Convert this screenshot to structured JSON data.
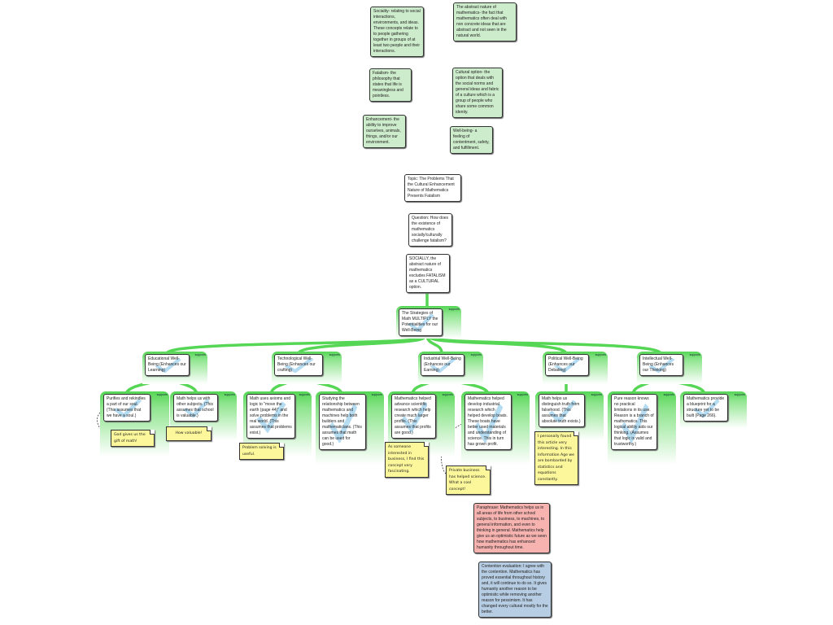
{
  "definitions": {
    "sociality": "Sociality- relating to social interactions, environments, and ideas. These concepts relate to to people gathering together in groups of at least two people and their interactions.",
    "abstract": "The abstract nature of mathematics- the fact that mathematics often deal with non concrete ideas that are abstract and not seen in the natural world.",
    "fatalism": "Fatalism- the philosophy that states that life is meaningless and pointless.",
    "cultural_option": "Cultural option- the option that deals with the social norms and general ideas and fabric of a culture which is a group of people who share some common idenity.",
    "enhancement": "Enhancement- the ability to improve ourselves, animals, things, and/or our environment.",
    "well_being": "Well-being- a feeling of contentment, safety, and fulfillment."
  },
  "topic": "Topic: The Problems That the Cultural Enhancement Nature of Mathematics Presents Fatalism",
  "question": "Question: How does the existence of mathematics socially/culturally challenge fatalism?",
  "contention": "SOCIALLY, the abstract nature of mathematics excludes FATALISM as a CULTURAL option.",
  "supports_label": "supports",
  "reason": "The Strategies of Math MULTIPLY the Potentialities for our Well-Being",
  "level2": [
    "Educational Well-Being (Enhances our Learning)",
    "Technological Well-Being (Enhances our crafting)",
    "Industrial Well-Being (Enhances our Earning)",
    "Political Well-Being (Enhances our Debating)",
    "Intellectual Well-Being (Enhances our Thinking)"
  ],
  "level3": [
    "Purifies and rekindles a part of our soul. (This assumes that we have a soul.)",
    "Math helps us with other subjects. (This assumes that school is valuable.)",
    "Math uses axioms and logic to \"move the earth (page 44)\" and solve problems in the real world. (This assumes that problems exist.)",
    "Studying the relationship between mathematics and machines help both builders and mathematicians. (This assumes that math can be used for good.)",
    "Mathematics helped advance scientific research which help create much larger profits. (This assumes that profits are good.)",
    "Mathematics helped develop industrial research which helped develop boats. These boats have better used materials and understanding of science. This in turn has grown profit.",
    "Math helps us distinguish truth from falsehood. (This assumes that absolute truth exists.)",
    "Pure reason knows no practical limitations in its use. Reason is a branch of mathematics. This logical ability aids our thinking. (Assumes that logic is valid and trustworthy.)",
    "Mathematics provide a blueprint for a structure yet to be built (Page 266)."
  ],
  "notes": [
    "God gives us the gift of math!",
    "How valuable!",
    "Problem solving is useful.",
    "As someone interested in business, I find this concept very fascinating.",
    "Private business has helped science. What a cool concept!",
    "I personally found this article very interesting. In this Information Age we are bombarded by statistics and equations constantly."
  ],
  "paraphrase": "Paraphrase: Mathematics helps us in all areas of life from other school subjects, to business, to machines, to general information, and even to thinking in general. Mathematics help give us an optimistic future as we seen how mathematics has enhanced humanity throughout time.",
  "evaluation": "Contention evaluation: I agree with the contention. Mathematics has proved essential throughout history and, it will continue to do so. It gives humanity another reason to be optimistic while removing another reason for pessimism. It has changed every cultural mostly for the better.",
  "colors": {
    "connector": "#55d655",
    "definition": "#cdeccb",
    "note": "#fbf79a",
    "paraphrase": "#f6b3b0",
    "evaluation": "#b7cde3"
  }
}
